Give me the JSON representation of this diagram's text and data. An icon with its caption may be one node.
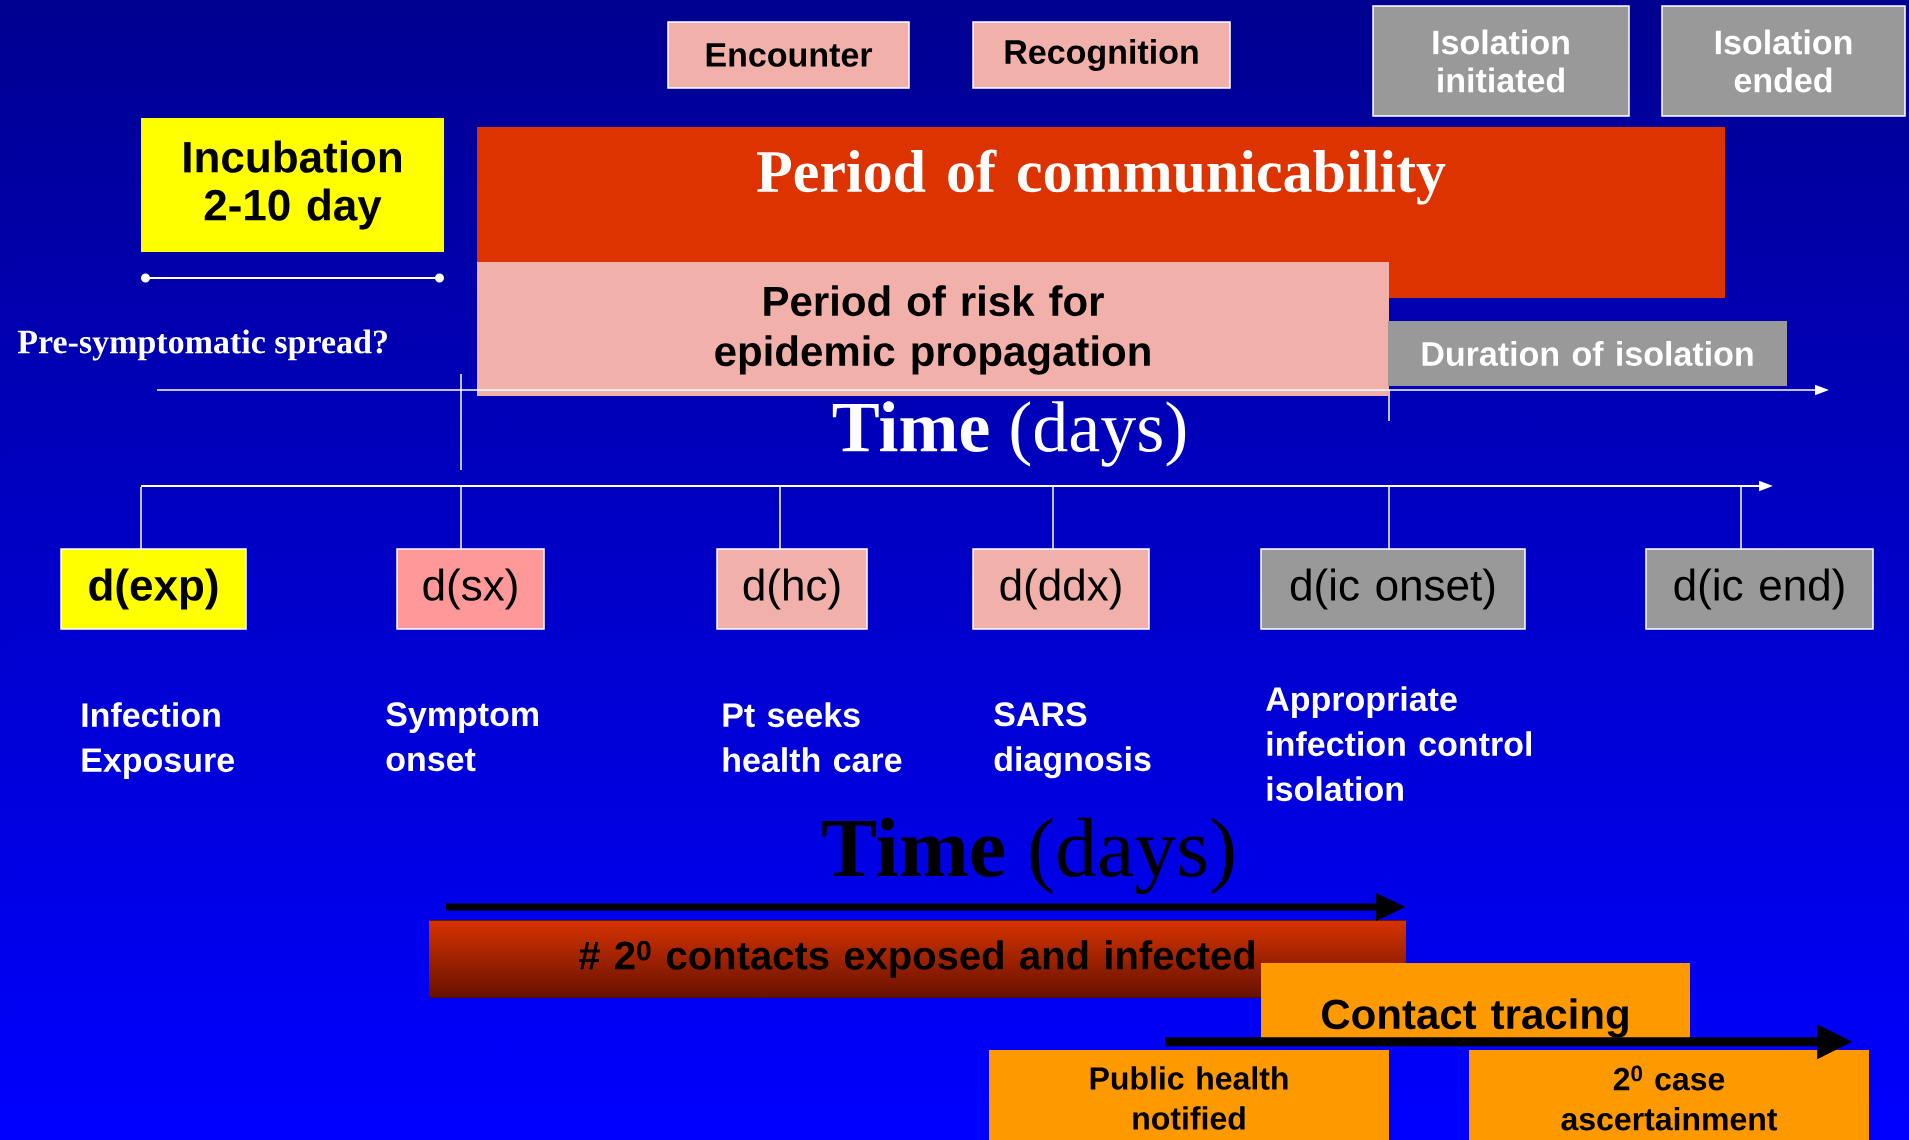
{
  "diagram": {
    "nodes": [
      {
        "text": [
          "Encounter"
        ]
      },
      {
        "text": [
          "Recognition"
        ]
      },
      {
        "text": [
          "Isolation initiated"
        ]
      },
      {
        "text": [
          "Isolation ended"
        ]
      },
      {
        "text": [
          "Incubation 2-10 day"
        ]
      },
      {
        "text": [
          "Period of communicability"
        ]
      },
      {
        "text": [
          "Period of risk for epidemic propagation"
        ]
      },
      {
        "text": [
          "Duration of isolation"
        ]
      },
      {
        "text": [
          "d(exp)"
        ],
        "beside": [
          "Infection Exposure"
        ]
      },
      {
        "text": [
          "d(sx)"
        ],
        "beside": [
          "Symptom onset"
        ]
      },
      {
        "text": [
          "d(hc)"
        ],
        "beside": [
          "Pt seeks health care"
        ]
      },
      {
        "text": [
          "d(ddx)"
        ],
        "beside": [
          "SARS diagnosis"
        ]
      },
      {
        "text": [
          "d(ic onset)"
        ],
        "beside": [
          "Appropriate infection control isolation"
        ]
      },
      {
        "text": [
          "d(ic end)"
        ]
      },
      {
        "text": [
          "# 2$^{0}$ contacts exposed and infected"
        ]
      },
      {
        "text": [
          "Contact tracing"
        ]
      },
      {
        "text": [
          "Public health notified"
        ]
      },
      {
        "text": [
          "2$^{0}$ case ascertainment"
        ]
      }
    ],
    "edges": [
      {
        "from": null,
        "to": 8,
        "arrow": "none"
      },
      {
        "from": null,
        "to": 9,
        "arrow": "none"
      },
      {
        "from": null,
        "to": 10,
        "arrow": "none"
      },
      {
        "from": null,
        "to": 11,
        "arrow": "none"
      },
      {
        "from": null,
        "to": 12,
        "arrow": "none"
      },
      {
        "from": null,
        "to": 13,
        "arrow": "none"
      },
      {
        "from": 16,
        "to": 17,
        "arrow": "to",
        "style": "thick",
        "color": "#000000"
      }
    ],
    "labels": [
      "Pre-symptomatic spread?",
      "**Time** (days)",
      "**Time** (days)"
    ]
  }
}
